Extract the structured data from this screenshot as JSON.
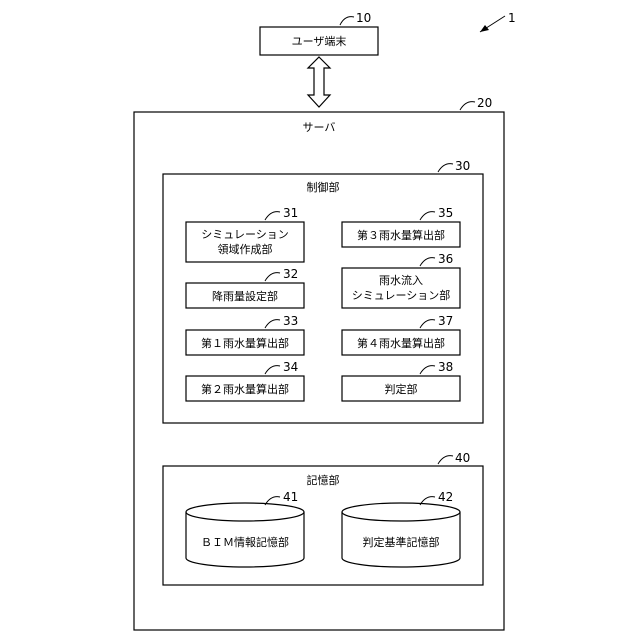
{
  "system": {
    "ref": "1"
  },
  "user_terminal": {
    "label": "ユーザ端末",
    "ref": "10"
  },
  "server": {
    "label": "サーバ",
    "ref": "20"
  },
  "control_unit": {
    "label": "制御部",
    "ref": "30",
    "blocks": [
      {
        "lines": [
          "シミュレーション",
          "領域作成部"
        ],
        "ref": "31"
      },
      {
        "lines": [
          "降雨量設定部"
        ],
        "ref": "32"
      },
      {
        "lines": [
          "第１雨水量算出部"
        ],
        "ref": "33"
      },
      {
        "lines": [
          "第２雨水量算出部"
        ],
        "ref": "34"
      },
      {
        "lines": [
          "第３雨水量算出部"
        ],
        "ref": "35"
      },
      {
        "lines": [
          "雨水流入",
          "シミュレーション部"
        ],
        "ref": "36"
      },
      {
        "lines": [
          "第４雨水量算出部"
        ],
        "ref": "37"
      },
      {
        "lines": [
          "判定部"
        ],
        "ref": "38"
      }
    ]
  },
  "storage_unit": {
    "label": "記憶部",
    "ref": "40",
    "stores": [
      {
        "label": "ＢＩＭ情報記憶部",
        "ref": "41"
      },
      {
        "label": "判定基準記憶部",
        "ref": "42"
      }
    ]
  }
}
